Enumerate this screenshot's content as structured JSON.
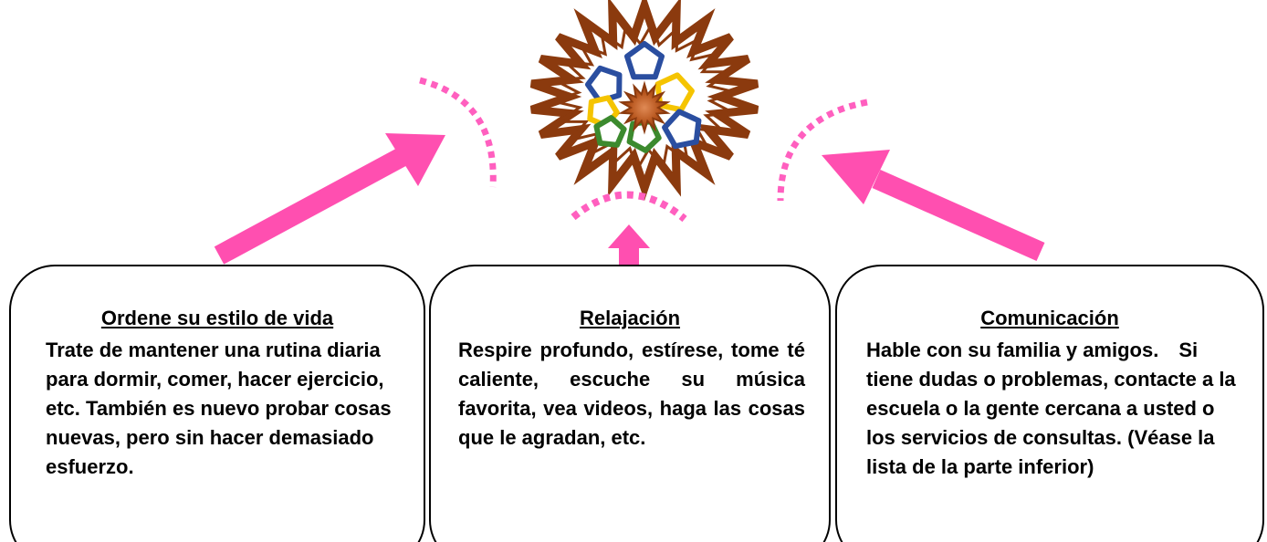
{
  "colors": {
    "arrow": "#ff4fb0",
    "dots": "#ff5fbf",
    "burst_outer": "#8b3a0e",
    "pentagon_blue": "#2a4ea0",
    "pentagon_yellow": "#f5c400",
    "pentagon_green": "#3c8a2e",
    "box_border": "#000000"
  },
  "icons": [
    "starburst-icon",
    "pentagon-icon",
    "arrow-icon"
  ],
  "boxes": [
    {
      "title": "Ordene su estilo de vida",
      "text": "Trate de mantener una rutina diaria para dormir, comer, hacer ejercicio, etc. También es nuevo probar cosas nuevas, pero sin hacer demasiado esfuerzo."
    },
    {
      "title": "Relajación",
      "text": "Respire profundo, estírese, tome té caliente, escuche su música favorita, vea videos, haga las cosas que le agradan, etc."
    },
    {
      "title": "Comunicación",
      "text": "Hable con su familia y amigos.　Si tiene dudas o problemas, contacte a la escuela o la gente cercana a usted o los servicios de consultas. (Véase la lista de la parte inferior)"
    }
  ]
}
